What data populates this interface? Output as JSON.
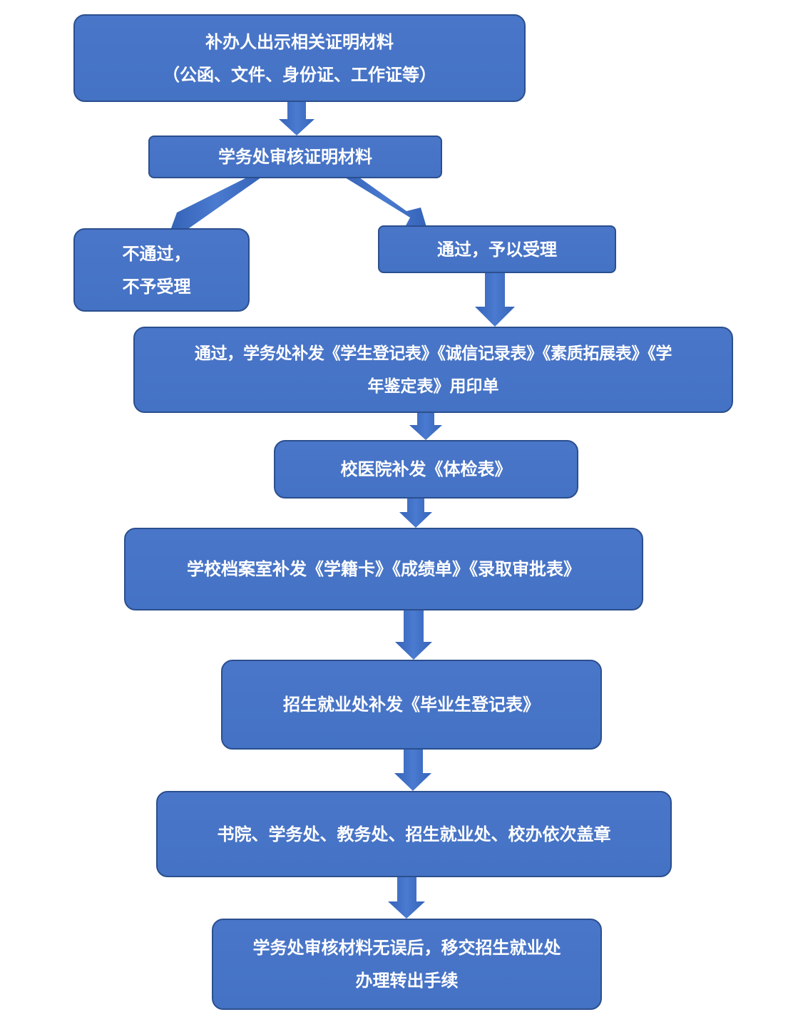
{
  "colors": {
    "box_fill": "#4472c4",
    "box_border": "#2b4f8e",
    "arrow_fill": "#3f6fc6",
    "text": "#ffffff"
  },
  "steps": {
    "submit_proof": {
      "line1": "补办人出示相关证明材料",
      "line2": "（公函、文件、身份证、工作证等）"
    },
    "review": {
      "line1": "学务处审核证明材料"
    },
    "rejected": {
      "line1": "不通过，",
      "line2": "不予受理"
    },
    "accepted": {
      "line1": "通过，予以受理"
    },
    "reissue_forms": {
      "line1": "通过，学务处补发《学生登记表》《诚信记录表》《素质拓展表》《学",
      "line2": "年鉴定表》用印单"
    },
    "hospital": {
      "line1": "校医院补发《体检表》"
    },
    "archives": {
      "line1": "学校档案室补发《学籍卡》《成绩单》《录取审批表》"
    },
    "employment": {
      "line1": "招生就业处补发《毕业生登记表》"
    },
    "stamps": {
      "line1": "书院、学务处、教务处、招生就业处、校办依次盖章"
    },
    "transfer": {
      "line1": "学务处审核材料无误后，移交招生就业处",
      "line2": "办理转出手续"
    }
  }
}
